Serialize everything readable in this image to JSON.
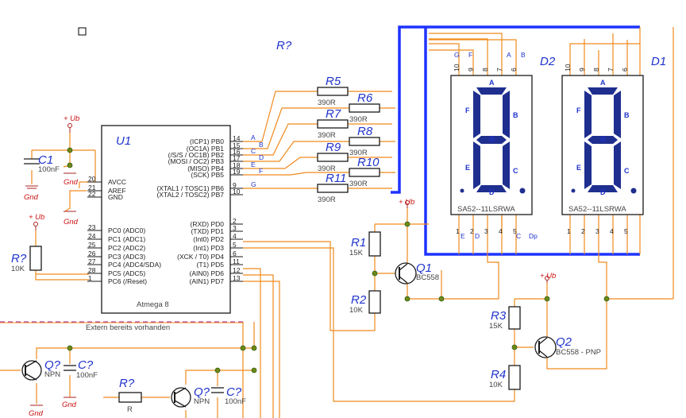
{
  "mcu": {
    "ref": "U1",
    "name": "Atmega 8",
    "left_pins": [
      {
        "num": "20",
        "label": "AVCC"
      },
      {
        "num": "21",
        "label": "AREF"
      },
      {
        "num": "22",
        "label": "GND"
      },
      {
        "num": "23",
        "label": "PC0 (ADC0)"
      },
      {
        "num": "24",
        "label": "PC1 (ADC1)"
      },
      {
        "num": "25",
        "label": "PC2 (ADC2)"
      },
      {
        "num": "26",
        "label": "PC3 (ADC3)"
      },
      {
        "num": "27",
        "label": "PC4 (ADC4/SDA)"
      },
      {
        "num": "28",
        "label": "PC5 (ADC5)"
      },
      {
        "num": "1",
        "label": "PC6 (/Reset)"
      }
    ],
    "right_pins": [
      {
        "num": "14",
        "label": "(ICP1) PB0"
      },
      {
        "num": "15",
        "label": "(OC1A) PB1"
      },
      {
        "num": "16",
        "label": "(/S/S / OC1B) PB2"
      },
      {
        "num": "17",
        "label": "(MOSI / OC2) PB3"
      },
      {
        "num": "18",
        "label": "(MISO) PB4"
      },
      {
        "num": "19",
        "label": "(SCK) PB5"
      },
      {
        "num": "9",
        "label": "(XTAL1 / TOSC1) PB6"
      },
      {
        "num": "10",
        "label": "(XTAL2 / TOSC2) PB7"
      },
      {
        "num": "2",
        "label": "(RXD) PD0"
      },
      {
        "num": "3",
        "label": "(TXD) PD1"
      },
      {
        "num": "4",
        "label": "(Int0) PD2"
      },
      {
        "num": "5",
        "label": "(Int1) PD3"
      },
      {
        "num": "6",
        "label": "(XCK / T0) PD4"
      },
      {
        "num": "11",
        "label": "(T1) PD5"
      },
      {
        "num": "12",
        "label": "(AIN0) PD6"
      },
      {
        "num": "13",
        "label": "(AIN1) PD7"
      }
    ],
    "bus_letters": [
      "A",
      "B",
      "C",
      "D",
      "E",
      "F",
      "G"
    ]
  },
  "resistors": [
    {
      "ref": "R5",
      "value": "390R"
    },
    {
      "ref": "R6",
      "value": "390R"
    },
    {
      "ref": "R7",
      "value": "390R"
    },
    {
      "ref": "R8",
      "value": "390R"
    },
    {
      "ref": "R9",
      "value": "390R"
    },
    {
      "ref": "R10",
      "value": "390R"
    },
    {
      "ref": "R11",
      "value": "390R"
    }
  ],
  "r_unknown_top": "R?",
  "c1": {
    "ref": "C1",
    "value": "100nF"
  },
  "rq_left": {
    "ref": "R?",
    "value": "10K"
  },
  "power": {
    "ub": "+ Ub",
    "gnd": "Gnd"
  },
  "q1": {
    "ref": "Q1",
    "value": "BC558"
  },
  "r1": {
    "ref": "R1",
    "value": "15K"
  },
  "r2": {
    "ref": "R2",
    "value": "10K"
  },
  "q2": {
    "ref": "Q2",
    "value": "BC558 - PNP"
  },
  "r3": {
    "ref": "R3",
    "value": "15K"
  },
  "r4": {
    "ref": "R4",
    "value": "10K"
  },
  "d2": {
    "ref": "D2",
    "part": "SA52--11LSRWA"
  },
  "d1": {
    "ref": "D1",
    "part": "SA52--11LSRWA"
  },
  "display_top_pins": [
    "10",
    "9",
    "8",
    "7",
    "6"
  ],
  "display_bottom_pins": [
    "1",
    "2",
    "3",
    "4",
    "5"
  ],
  "d2_top_letters": [
    "G",
    "F",
    "A",
    "B"
  ],
  "d2_bottom_letters": [
    "E",
    "D",
    "C",
    "Dp"
  ],
  "segment_letters": {
    "a": "A",
    "b": "B",
    "c": "C",
    "d": "D",
    "e": "E",
    "f": "F",
    "g": "G"
  },
  "extern_note": "Extern bereits vorhanden",
  "bottom": {
    "q_a": {
      "ref": "Q?",
      "value": "NPN"
    },
    "c_a": {
      "ref": "C?",
      "value": "100nF"
    },
    "r_b": {
      "ref": "R?",
      "value": "R"
    },
    "q_b": {
      "ref": "Q?",
      "value": "NPN"
    },
    "c_b": {
      "ref": "C?",
      "value": "100nF"
    }
  }
}
